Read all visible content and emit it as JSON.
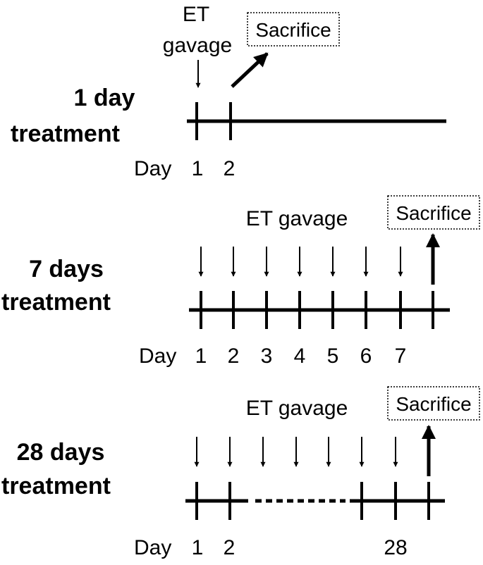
{
  "panels": [
    {
      "title_line1": "1 day",
      "title_line2": "treatment",
      "gavage_line1": "ET",
      "gavage_line2": "gavage",
      "sacrifice": "Sacrifice",
      "day_prefix": "Day",
      "day_labels": [
        "1",
        "2"
      ]
    },
    {
      "title_line1": "7 days",
      "title_line2": "treatment",
      "gavage": "ET gavage",
      "sacrifice": "Sacrifice",
      "day_prefix": "Day",
      "day_labels": [
        "1",
        "2",
        "3",
        "4",
        "5",
        "6",
        "7"
      ]
    },
    {
      "title_line1": "28 days",
      "title_line2": "treatment",
      "gavage": "ET gavage",
      "sacrifice": "Sacrifice",
      "day_prefix": "Day",
      "day_labels": [
        "1",
        "2",
        "28"
      ]
    }
  ]
}
